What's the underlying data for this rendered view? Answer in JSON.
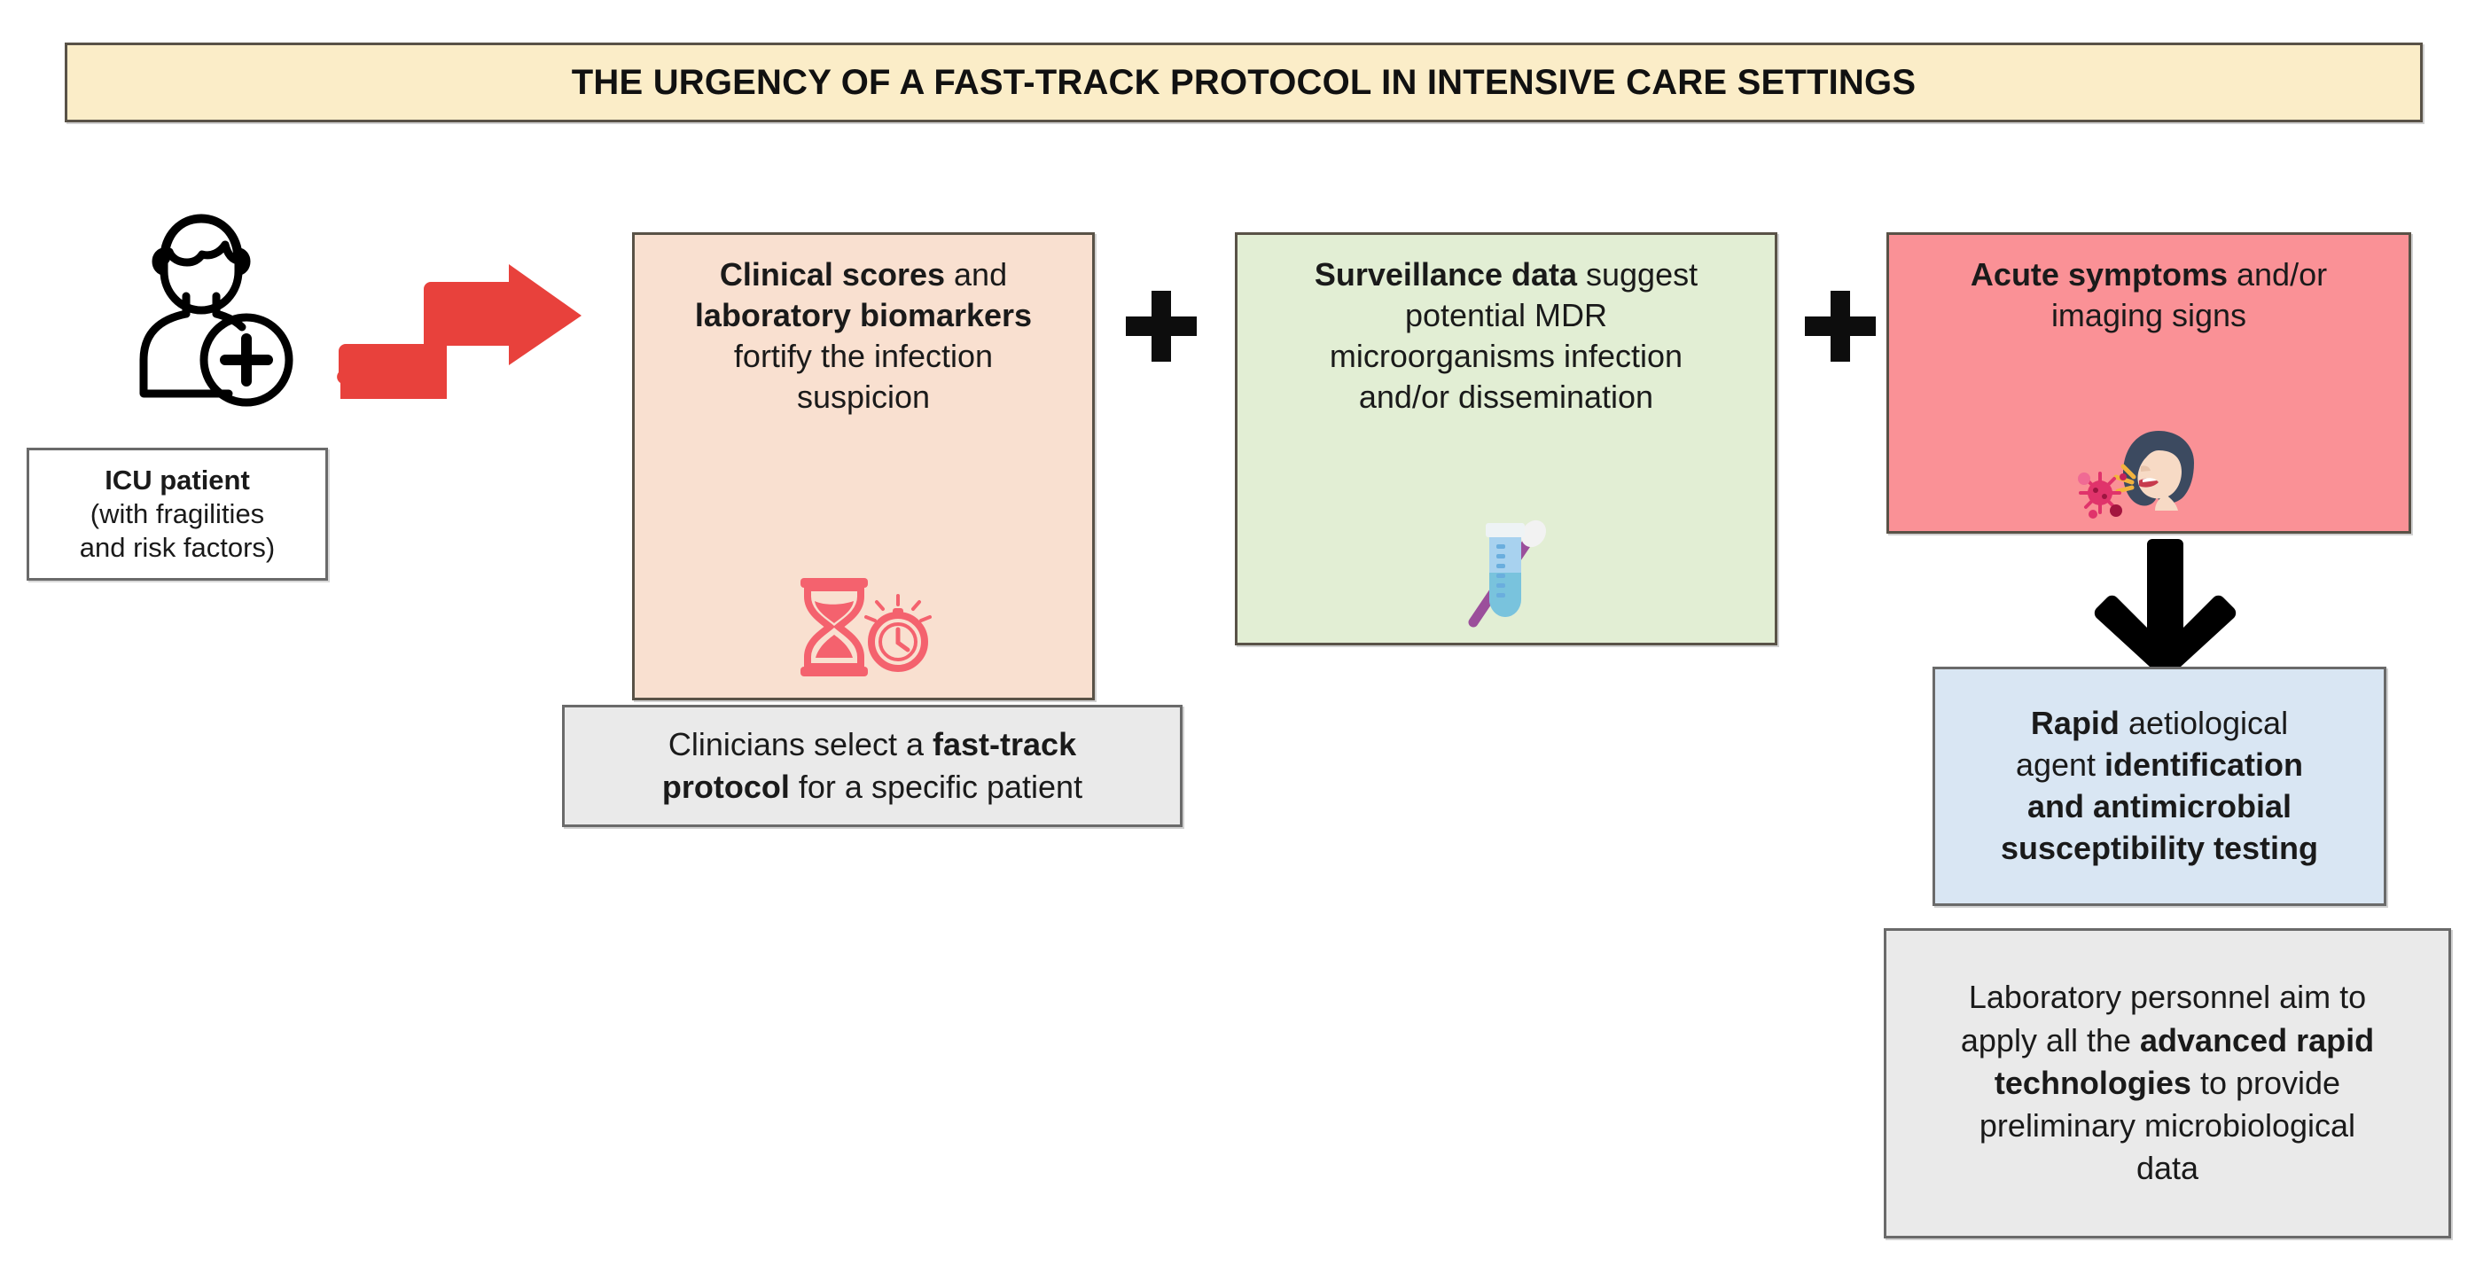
{
  "title": {
    "text": "THE URGENCY OF A FAST-TRACK PROTOCOL IN INTENSIVE CARE SETTINGS",
    "background": "#fbedc8",
    "border": "#595247"
  },
  "patient": {
    "icon_name": "icu-patient-icon",
    "label_line1": "ICU patient",
    "label_line2": "(with fragilities",
    "label_line3": "and risk factors)"
  },
  "arrows": {
    "red_step_arrow": "red-step-arrow",
    "red_color": "#e8413c",
    "down_arrow": "down-arrow",
    "down_color": "#000000"
  },
  "operators": {
    "plus_1": "+",
    "plus_2": "+"
  },
  "boxes": [
    {
      "id": "clinical",
      "background": "#f9e0d0",
      "icon_name": "hourglass-stopwatch-icon",
      "lines": [
        [
          {
            "t": "Clinical scores",
            "b": true
          },
          {
            "t": " and",
            "b": false
          }
        ],
        [
          {
            "t": "laboratory biomarkers",
            "b": true
          }
        ],
        [
          {
            "t": "fortify the infection",
            "b": false
          }
        ],
        [
          {
            "t": "suspicion",
            "b": false
          }
        ]
      ]
    },
    {
      "id": "surveillance",
      "background": "#e2eed4",
      "icon_name": "test-tube-swab-icon",
      "lines": [
        [
          {
            "t": "Surveillance data",
            "b": true
          },
          {
            "t": " suggest",
            "b": false
          }
        ],
        [
          {
            "t": "potential MDR",
            "b": false
          }
        ],
        [
          {
            "t": "microorganisms infection",
            "b": false
          }
        ],
        [
          {
            "t": "and/or dissemination",
            "b": false
          }
        ]
      ]
    },
    {
      "id": "symptoms",
      "background": "#fa9196",
      "icon_name": "coughing-person-virus-icon",
      "lines": [
        [
          {
            "t": "Acute symptoms",
            "b": true
          },
          {
            "t": " and/or",
            "b": false
          }
        ],
        [
          {
            "t": "imaging signs",
            "b": false
          }
        ]
      ]
    }
  ],
  "rapid_box": {
    "background": "#d9e6f3",
    "lines": [
      [
        {
          "t": "Rapid",
          "b": true
        },
        {
          "t": " aetiological",
          "b": false
        }
      ],
      [
        {
          "t": "agent ",
          "b": false
        },
        {
          "t": "identification",
          "b": true
        }
      ],
      [
        {
          "t": "and antimicrobial",
          "b": true
        }
      ],
      [
        {
          "t": "susceptibility testing",
          "b": true
        }
      ]
    ]
  },
  "notes": [
    {
      "id": "clinician-note",
      "background": "#eaeaea",
      "lines": [
        [
          {
            "t": "Clinicians select a ",
            "b": false
          },
          {
            "t": "fast-track",
            "b": true
          }
        ],
        [
          {
            "t": "protocol",
            "b": true
          },
          {
            "t": " for a specific patient",
            "b": false
          }
        ]
      ]
    },
    {
      "id": "lab-note",
      "background": "#eaeaea",
      "lines": [
        [
          {
            "t": "Laboratory personnel aim to",
            "b": false
          }
        ],
        [
          {
            "t": "apply all the ",
            "b": false
          },
          {
            "t": "advanced rapid",
            "b": true
          }
        ],
        [
          {
            "t": "technologies",
            "b": true
          },
          {
            "t": " to provide",
            "b": false
          }
        ],
        [
          {
            "t": "preliminary microbiological",
            "b": false
          }
        ],
        [
          {
            "t": "data",
            "b": false
          }
        ]
      ]
    }
  ]
}
